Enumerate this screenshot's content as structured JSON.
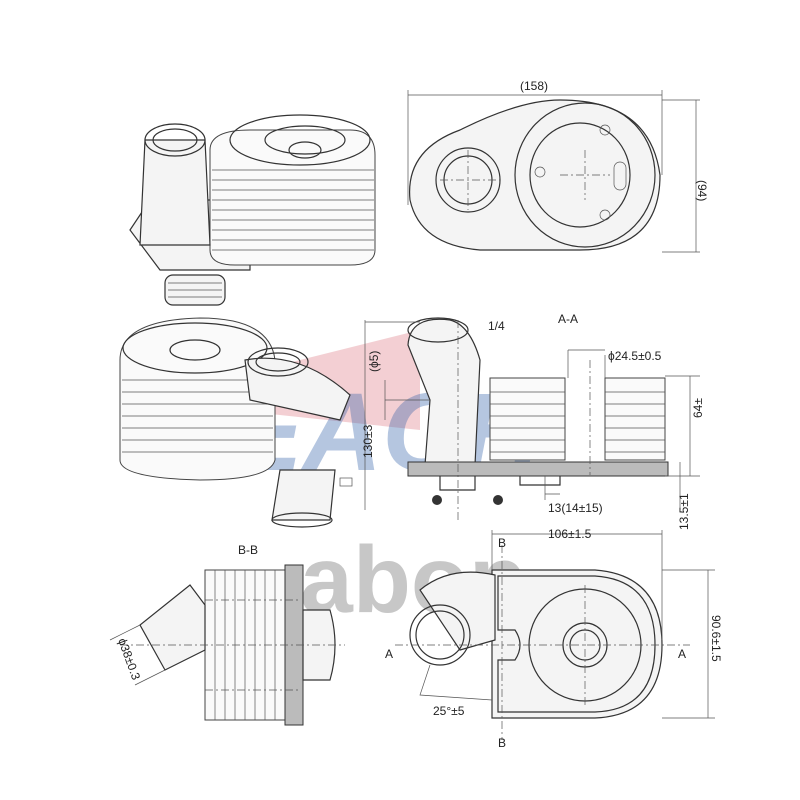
{
  "watermarks": {
    "brand_1": "REACH",
    "brand_2": "abop"
  },
  "top_view": {
    "width_label": "(158)",
    "height_label": "(94)"
  },
  "section_aa": {
    "title": "A-A",
    "thread_label": "1/4",
    "pin_label": "(ϕ5)",
    "bore_label": "ϕ24.5±0.5",
    "overall_height_label": "130±3",
    "stack_height_label": "64±",
    "base_label": "13(14±15)",
    "flange_label": "13.5±1"
  },
  "section_bb": {
    "title": "B-B",
    "pipe_dia_label": "ϕ38±0.3"
  },
  "plan_view": {
    "width_label": "106±1.5",
    "height_label": "90.6±1.5",
    "angle_label": "25°±5",
    "section_b_top": "B",
    "section_b_bottom": "B",
    "section_a_left": "A",
    "section_a_right": "A"
  }
}
